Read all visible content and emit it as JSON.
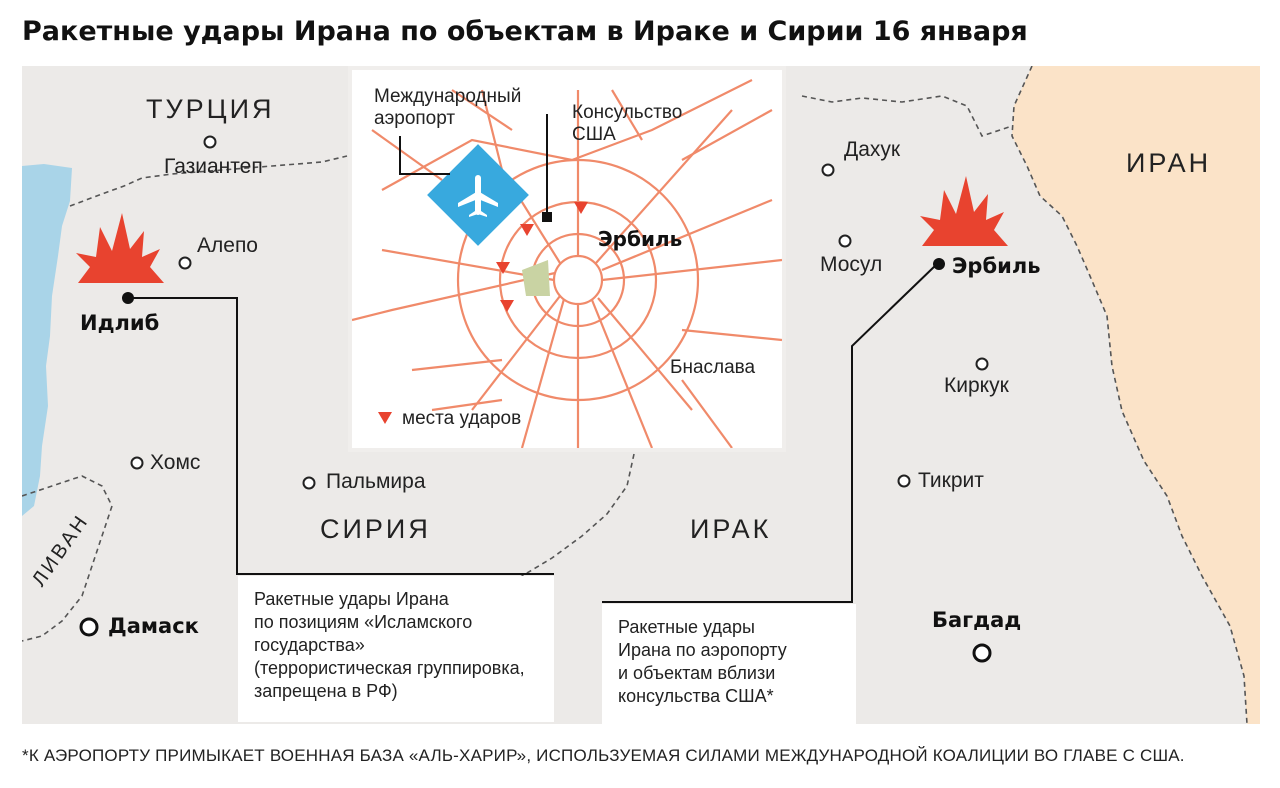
{
  "title": "Ракетные удары Ирана по объектам в Ираке и Сирии 16 января",
  "countries": {
    "turkey": "ТУРЦИЯ",
    "syria": "СИРИЯ",
    "iraq": "ИРАК",
    "iran": "ИРАН",
    "lebanon": "ЛИВАН"
  },
  "cities": {
    "gaziantep": "Газиантеп",
    "aleppo": "Алепо",
    "idlib": "Идлиб",
    "homs": "Хомс",
    "palmyra": "Пальмира",
    "damascus": "Дамаск",
    "dahuk": "Дахук",
    "mosul": "Мосул",
    "erbil": "Эрбиль",
    "kirkuk": "Киркук",
    "tikrit": "Тикрит",
    "baghdad": "Багдад"
  },
  "inset": {
    "airport_line1": "Международный",
    "airport_line2": "аэропорт",
    "consulate_line1": "Консульство",
    "consulate_line2": "США",
    "city": "Эрбиль",
    "district": "Бнаслава",
    "legend": "места ударов",
    "strike_color": "#e8432f"
  },
  "notes": {
    "syria_line1": "Ракетные удары Ирана",
    "syria_line2": "по позициям «Исламского",
    "syria_line3": "государства»",
    "syria_line4": "(террористическая группировка,",
    "syria_line5": "запрещена в РФ)",
    "iraq_line1": "Ракетные удары",
    "iraq_line2": "Ирана по аэропорту",
    "iraq_line3": "и объектам вблизи",
    "iraq_line4": "консульства США*"
  },
  "footnote": "*К АЭРОПОРТУ ПРИМЫКАЕТ ВОЕННАЯ БАЗА «АЛЬ-ХАРИР», ИСПОЛЬЗУЕМАЯ СИЛАМИ МЕЖДУНАРОДНОЙ КОАЛИЦИИ ВО ГЛАВЕ С США.",
  "colors": {
    "land": "#eceae8",
    "iran_land": "#fbe3c8",
    "sea": "#a9d4e8",
    "explosion": "#e8432f",
    "roads": "#f08a6a",
    "airport": "#38a9de",
    "park": "#c9d3a3"
  },
  "icons": [
    "explosion-icon",
    "airport-icon",
    "consulate-icon",
    "strike-marker-icon",
    "city-dot-icon",
    "capital-icon"
  ]
}
